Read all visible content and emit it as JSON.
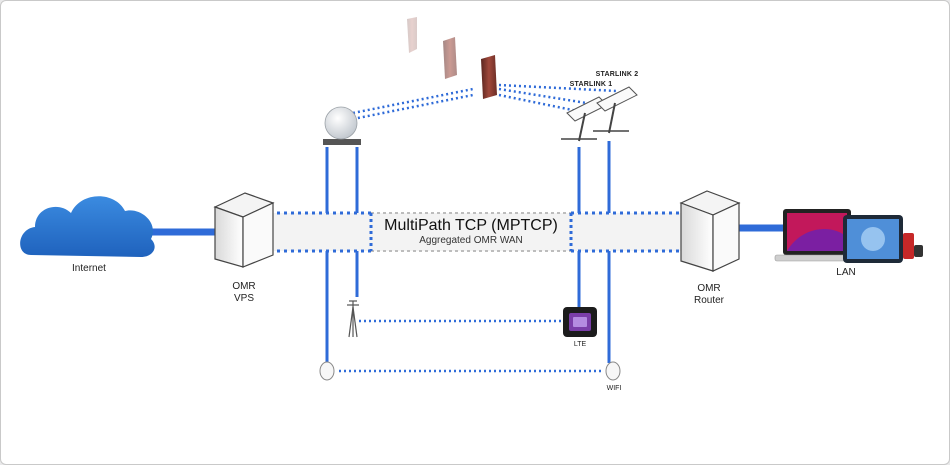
{
  "labels": {
    "internet": "Internet",
    "vps_line1": "OMR",
    "vps_line2": "VPS",
    "router_line1": "OMR",
    "router_line2": "Router",
    "lan": "LAN",
    "mptcp_title": "MultiPath TCP (MPTCP)",
    "mptcp_subtitle": "Aggregated OMR WAN",
    "starlink1": "STARLINK 1",
    "starlink2": "STARLINK 2",
    "lte": "LTE",
    "wifi": "WIFI"
  },
  "colors": {
    "link_blue": "#2f6bd8",
    "cloud_blue": "#2c78d4",
    "tunnel_fill": "#f2f2f2",
    "satellite_brown": "#8a3a30",
    "lte_purple": "#7a3ea8"
  },
  "icons": [
    "cloud-icon",
    "server-icon",
    "router-icon",
    "laptop-icon",
    "tablet-icon",
    "phone-icon",
    "watch-icon",
    "satellite-icon",
    "satellite-dish-icon",
    "starlink-dish-icon",
    "cell-tower-icon",
    "lte-modem-icon",
    "wifi-access-point-icon"
  ]
}
